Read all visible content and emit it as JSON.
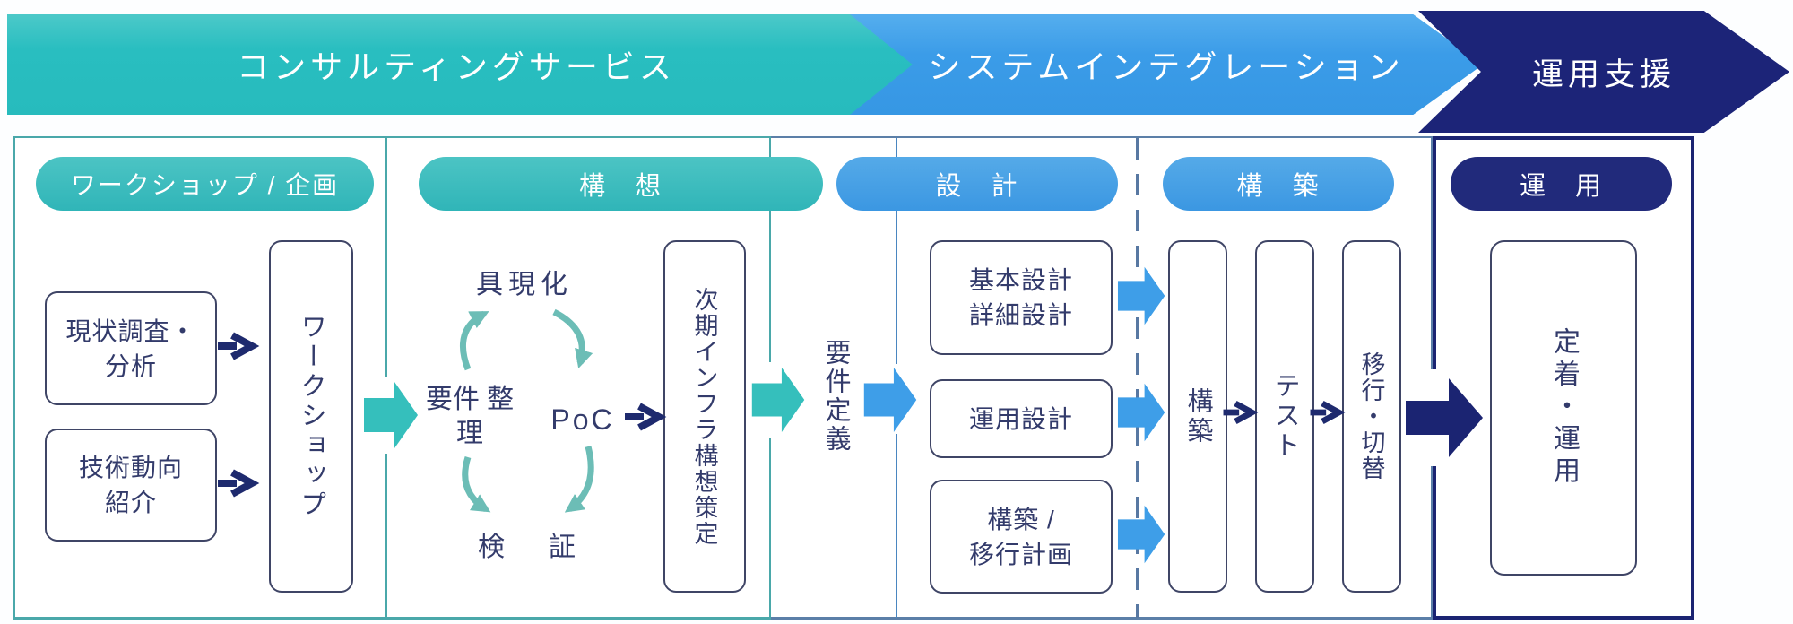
{
  "banners": [
    {
      "label": "コンサルティングサービス",
      "color": "#29bec0"
    },
    {
      "label": "システムインテグレーション",
      "color": "#3b9ce8"
    },
    {
      "label": "運用支援",
      "color": "#1c2478"
    }
  ],
  "columns": [
    {
      "pill": "ワークショップ / 企画",
      "boxes": {
        "survey1": "現状調査・",
        "survey2": "分析",
        "tech1": "技術動向",
        "tech2": "紹介",
        "workshop": "ワークショップ"
      }
    },
    {
      "pill": "構　想",
      "cycle": {
        "top": "具現化",
        "left1": "要件",
        "left2": "整理",
        "center": "PoC",
        "bottom_left": "検",
        "bottom_right": "証"
      },
      "outcome": "次期インフラ構想策定"
    },
    {
      "pill": "設　計",
      "requirement": "要件定義",
      "boxes": {
        "basic1": "基本設計",
        "basic2": "詳細設計",
        "ops": "運用設計",
        "plan1": "構築 /",
        "plan2": "移行計画"
      }
    },
    {
      "pill": "構　築",
      "boxes": {
        "build": "構築",
        "test": "テスト",
        "migrate": "移行・切替"
      }
    },
    {
      "pill": "運　用",
      "boxes": {
        "operate": "定着・運用"
      }
    }
  ],
  "colors": {
    "teal": "#29bec0",
    "blue": "#3b9ce8",
    "navy": "#1c2478",
    "pill_teal": "#3bbdbd",
    "pill_blue": "#419fe8",
    "pill_navy": "#212a7b",
    "box_border": "#3f4566",
    "text": "#333b6b",
    "cycle_arrow": "#6cbdb6",
    "chevron_arrow": "#1e2a6e",
    "divider_teal": "#4aa8aa",
    "divider_blue": "#4a86c0",
    "divider_dashed": "#5878a2"
  }
}
